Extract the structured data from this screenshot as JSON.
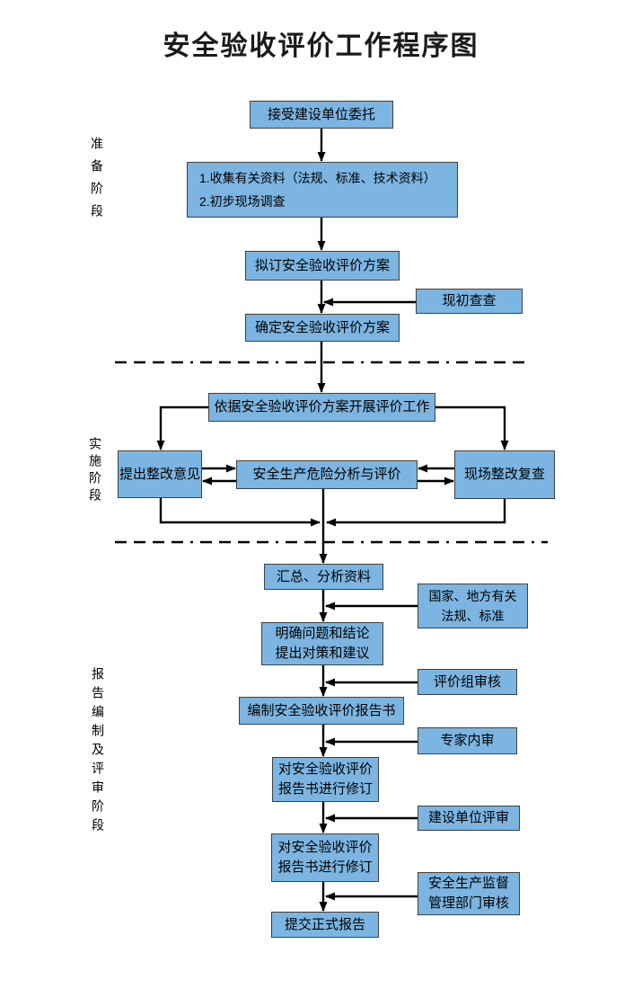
{
  "title": "安全验收评价工作程序图",
  "stages": [
    {
      "label": "准备阶段"
    },
    {
      "label": "实施阶段"
    },
    {
      "label": "报告编制及评审阶段"
    }
  ],
  "nodes": {
    "accept": "接受建设单位委托",
    "collect_line1": "1.收集有关资料（法规、标准、技术资料）",
    "collect_line2": "2.初步现场调查",
    "draft_plan": "拟订安全验收评价方案",
    "initial_survey": "现初查查",
    "confirm_plan": "确定安全验收评价方案",
    "carry_out": "依据安全验收评价方案开展评价工作",
    "propose_rectification": "提出整改意见",
    "hazard_analysis": "安全生产危险分析与评价",
    "site_recheck": "现场整改复查",
    "summarize": "汇总、分析资料",
    "laws_line1": "国家、地方有关",
    "laws_line2": "法规、标准",
    "clarify_line1": "明确问题和结论",
    "clarify_line2": "提出对策和建议",
    "team_review": "评价组审核",
    "compile_report": "编制安全验收评价报告书",
    "expert_review": "专家内审",
    "revise1_line1": "对安全验收评价",
    "revise1_line2": "报告书进行修订",
    "client_review": "建设单位评审",
    "revise2_line1": "对安全验收评价",
    "revise2_line2": "报告书进行修订",
    "authority_line1": "安全生产监督",
    "authority_line2": "管理部门审核",
    "submit_report": "提交正式报告"
  },
  "colors": {
    "node_fill": "#7CB5E1",
    "node_border": "#404040",
    "connector": "#000000",
    "background": "#FFFFFF",
    "text": "#000000"
  }
}
